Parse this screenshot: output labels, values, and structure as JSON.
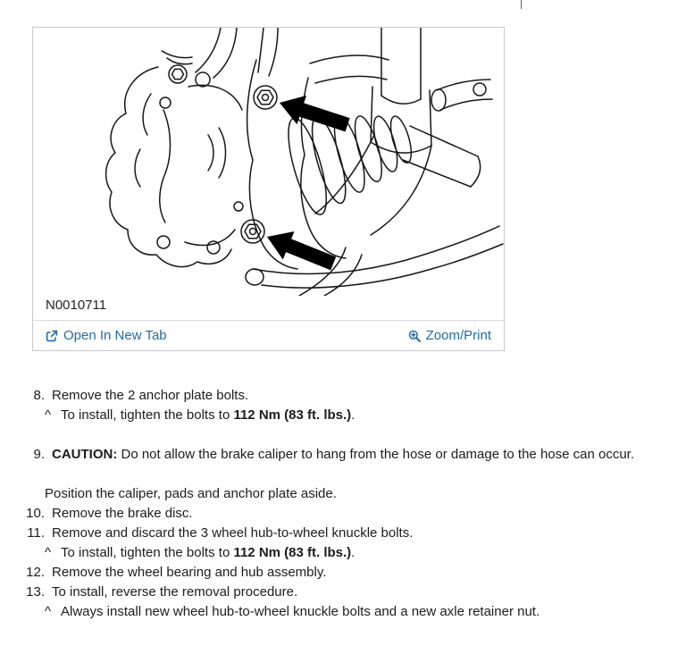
{
  "figure": {
    "label": "N0010711",
    "open_link": "Open In New Tab",
    "zoom_link": "Zoom/Print",
    "link_color": "#1e6bad"
  },
  "sub_marker": "^",
  "steps": [
    {
      "num": "8.",
      "space_before": false,
      "segments": [
        {
          "t": "Remove the 2 anchor plate bolts.",
          "b": false
        }
      ],
      "subs": [
        {
          "segments": [
            {
              "t": "To install, tighten the bolts to ",
              "b": false
            },
            {
              "t": "112 Nm (83 ft. lbs.)",
              "b": true
            },
            {
              "t": ".",
              "b": false
            }
          ]
        }
      ]
    },
    {
      "num": "9.",
      "space_before": true,
      "segments": [
        {
          "t": "CAUTION:",
          "b": true
        },
        {
          "t": " Do not allow the brake caliper to hang from the hose or damage to the hose can occur.",
          "b": false
        }
      ],
      "subs": []
    },
    {
      "num": "",
      "space_before": true,
      "segments": [
        {
          "t": "Position the caliper, pads and anchor plate aside.",
          "b": false
        }
      ],
      "subs": []
    },
    {
      "num": "10.",
      "space_before": false,
      "segments": [
        {
          "t": "Remove the brake disc.",
          "b": false
        }
      ],
      "subs": []
    },
    {
      "num": "11.",
      "space_before": false,
      "segments": [
        {
          "t": "Remove and discard the 3 wheel hub-to-wheel knuckle bolts.",
          "b": false
        }
      ],
      "subs": [
        {
          "segments": [
            {
              "t": "To install, tighten the bolts to ",
              "b": false
            },
            {
              "t": "112 Nm (83 ft. lbs.)",
              "b": true
            },
            {
              "t": ".",
              "b": false
            }
          ]
        }
      ]
    },
    {
      "num": "12.",
      "space_before": false,
      "segments": [
        {
          "t": "Remove the wheel bearing and hub assembly.",
          "b": false
        }
      ],
      "subs": []
    },
    {
      "num": "13.",
      "space_before": false,
      "segments": [
        {
          "t": "To install, reverse the removal procedure.",
          "b": false
        }
      ],
      "subs": [
        {
          "segments": [
            {
              "t": "Always install new wheel hub-to-wheel knuckle bolts and a new axle retainer nut.",
              "b": false
            }
          ]
        }
      ]
    }
  ]
}
